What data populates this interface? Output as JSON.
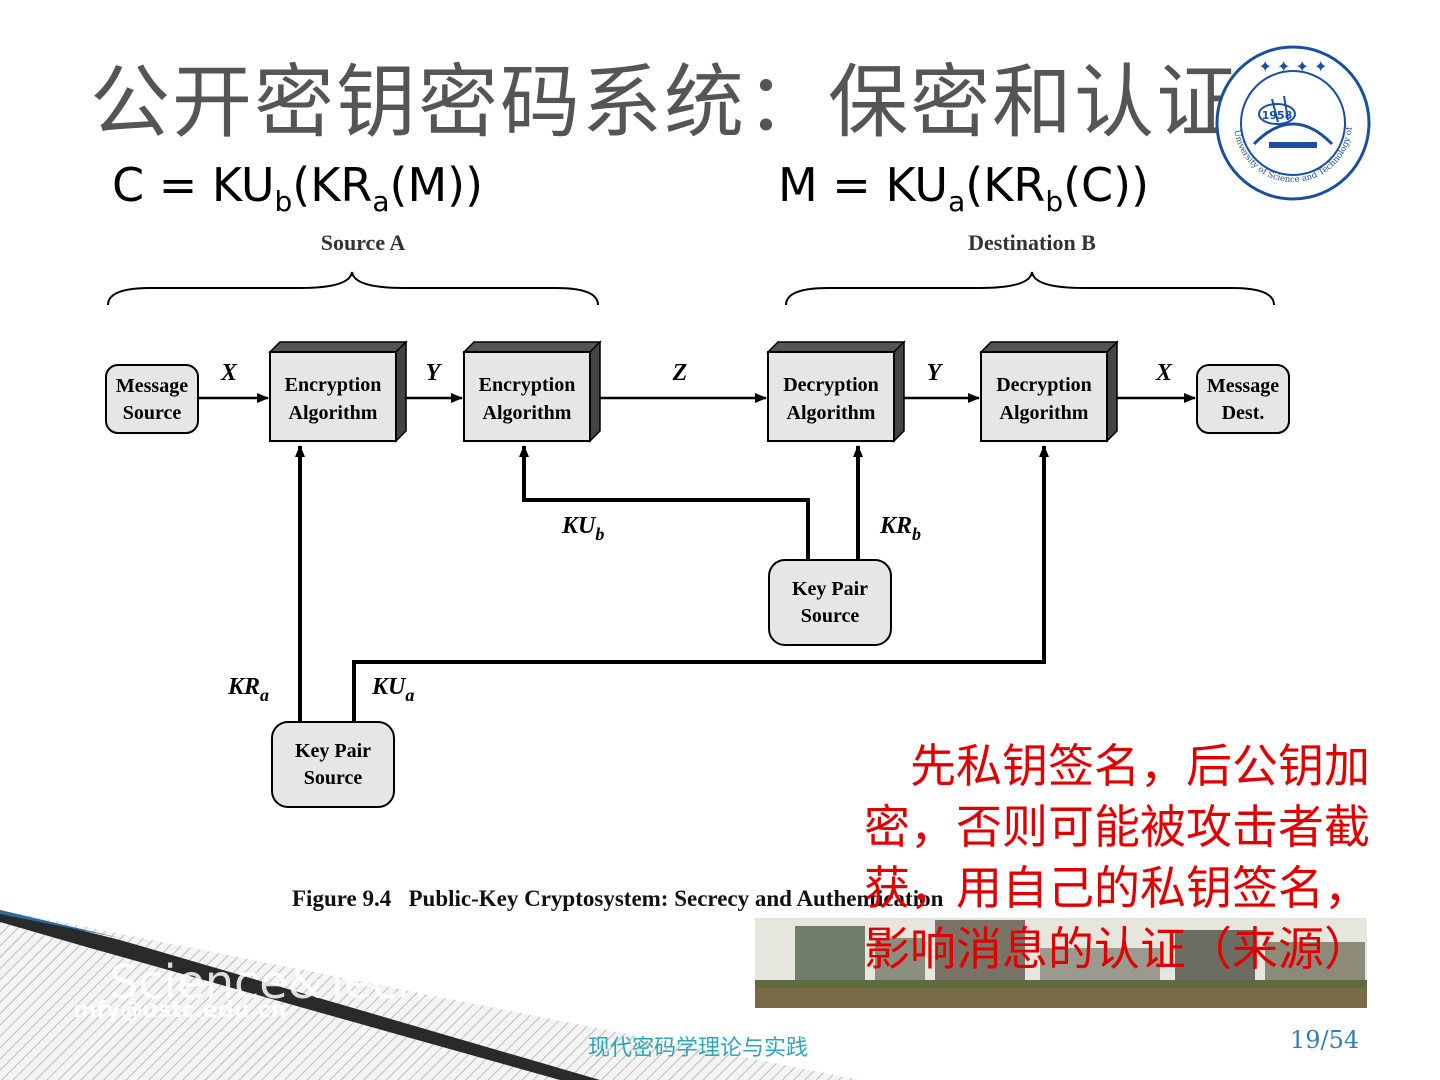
{
  "slide": {
    "title": "公开密钥密码系统：保密和认证",
    "formula_left": {
      "prefix": "C = KU",
      "sub1": "b",
      "mid": "(KR",
      "sub2": "a",
      "suffix": "(M))"
    },
    "formula_right": {
      "prefix": "M = KU",
      "sub1": "a",
      "mid": "(KR",
      "sub2": "b",
      "suffix": "(C))"
    },
    "note": "先私钥签名，后公钥加密，否则可能被攻击者截获，用自己的私钥签名，影响消息的认证（来源）"
  },
  "logo": {
    "year": "1958",
    "ring_text": "University of Science and Technology of China"
  },
  "diagram": {
    "group_left": "Source A",
    "group_right": "Destination B",
    "nodes": {
      "msg_source": [
        "Message",
        "Source"
      ],
      "enc1": [
        "Encryption",
        "Algorithm"
      ],
      "enc2": [
        "Encryption",
        "Algorithm"
      ],
      "dec1": [
        "Decryption",
        "Algorithm"
      ],
      "dec2": [
        "Decryption",
        "Algorithm"
      ],
      "msg_dest": [
        "Message",
        "Dest."
      ],
      "keypair_b": [
        "Key Pair",
        "Source"
      ],
      "keypair_a": [
        "Key Pair",
        "Source"
      ]
    },
    "edge_labels": {
      "x1": "X",
      "y1": "Y",
      "z": "Z",
      "y2": "Y",
      "x2": "X",
      "ku_b": {
        "base": "KU",
        "sub": "b"
      },
      "kr_b": {
        "base": "KR",
        "sub": "b"
      },
      "kr_a": {
        "base": "KR",
        "sub": "a"
      },
      "ku_a": {
        "base": "KU",
        "sub": "a"
      }
    },
    "caption": "Figure 9.4   Public-Key Cryptosystem: Secrecy and Authentication"
  },
  "footer": {
    "school": "School of Computer Science&Technology, USTC",
    "email": "mfy@ustc.edu.cn",
    "course": "现代密码学理论与实践",
    "page": "19/54"
  },
  "colors": {
    "title": "#555555",
    "note": "#e00000",
    "course": "#2fa6b8",
    "page": "#2f7fb5"
  }
}
